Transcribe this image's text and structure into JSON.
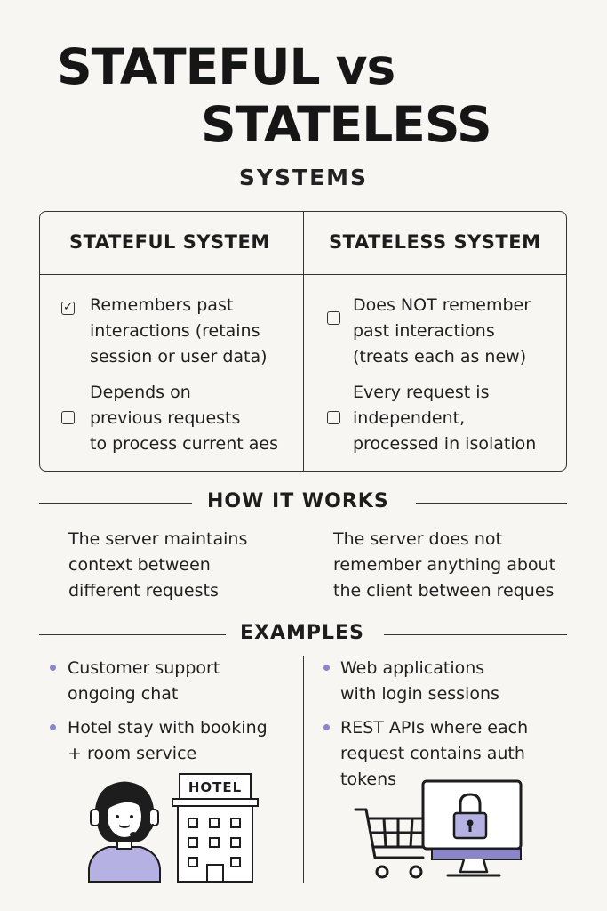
{
  "title": {
    "line1": "STATEFUL vs",
    "line2": "STATELESS",
    "subtitle": "SYSTEMS"
  },
  "table": {
    "left": {
      "heading": "STATEFUL SYSTEM",
      "items": [
        {
          "text": "Remembers past\ninteractions (retains\nsession or user data)",
          "checked": true
        },
        {
          "text": "Depends on\nprevious requests\nto process current aes",
          "checked": false
        }
      ]
    },
    "right": {
      "heading": "STATELESS SYSTEM",
      "items": [
        {
          "text": "Does NOT remember\npast interactions\n(treats each as new)",
          "checked": false
        },
        {
          "text": "Every request is\nindependent,\nprocessed in isolation",
          "checked": false
        }
      ]
    }
  },
  "how_it_works": {
    "title": "HOW IT WORKS",
    "left": "The server maintains\ncontext between\ndifferent requests",
    "right": "The server does not\nremember anything about\nthe client between reques"
  },
  "examples": {
    "title": "EXAMPLES",
    "left": [
      "Customer support\nongoing chat",
      "Hotel stay with booking\n+ room service"
    ],
    "right": [
      "Web applications\nwith login sessions",
      "REST APIs where each\nrequest contains auth\ntokens"
    ]
  },
  "hotel_sign": "HOTEL",
  "icons": {
    "checkmark": "✓",
    "support": "support-agent-icon",
    "hotel": "hotel-building-icon",
    "cart": "shopping-cart-icon",
    "lock": "lock-icon",
    "monitor": "monitor-icon"
  },
  "colors": {
    "accent": "#8a86c9",
    "accent_fill": "#b5b1e3",
    "ink": "#1d1d1d",
    "background": "#f7f6f2"
  }
}
